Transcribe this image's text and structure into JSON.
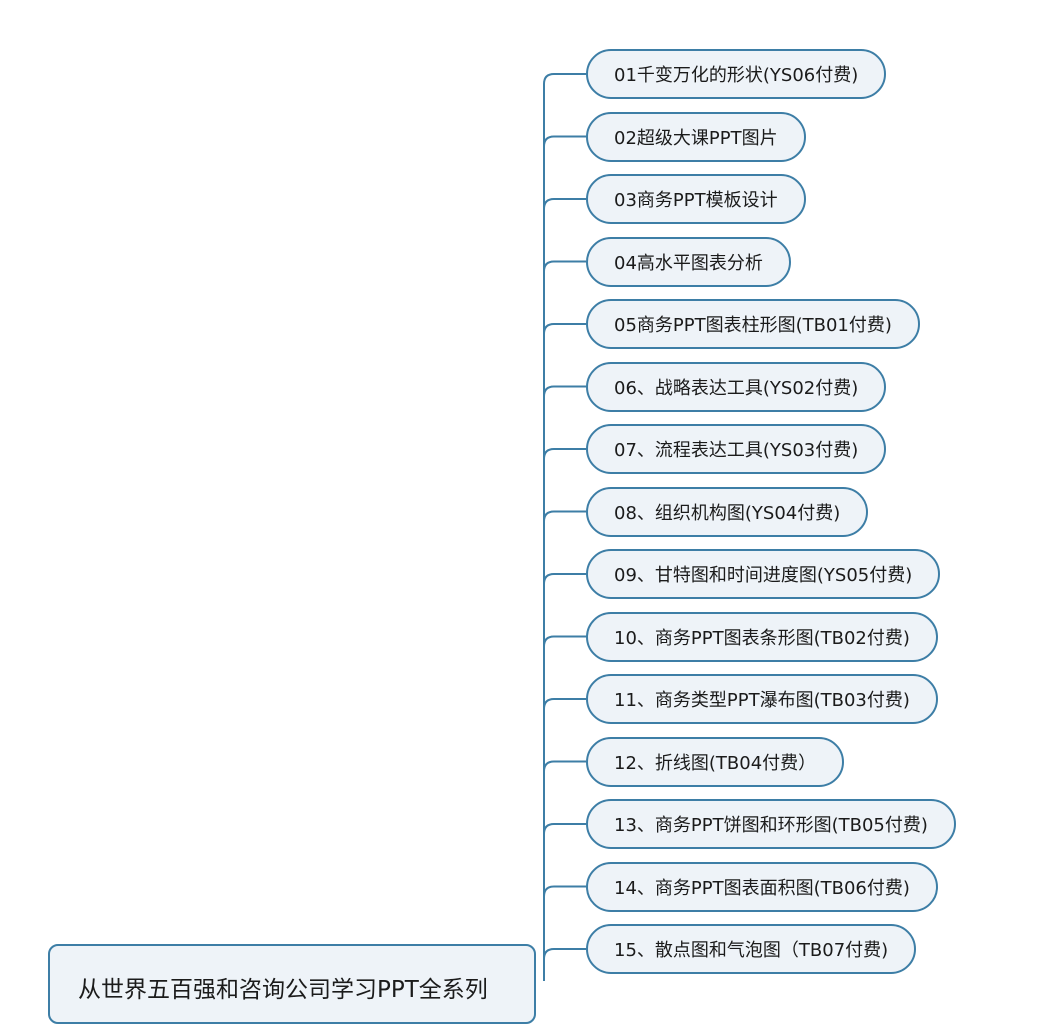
{
  "colors": {
    "line": "#3d7ea6",
    "node_fill": "#eef3f8",
    "text": "#1b1b1b"
  },
  "root": {
    "label": "从世界五百强和咨询公司学习PPT全系列"
  },
  "branches": [
    "01千变万化的形状(YS06付费)",
    "02超级大课PPT图片",
    "03商务PPT模板设计",
    "04高水平图表分析",
    "05商务PPT图表柱形图(TB01付费)",
    "06、战略表达工具(YS02付费)",
    "07、流程表达工具(YS03付费)",
    "08、组织机构图(YS04付费)",
    "09、甘特图和时间进度图(YS05付费)",
    "10、商务PPT图表条形图(TB02付费)",
    "11、商务类型PPT瀑布图(TB03付费)",
    "12、折线图(TB04付费）",
    "13、商务PPT饼图和环形图(TB05付费)",
    "14、商务PPT图表面积图(TB06付费)",
    "15、散点图和气泡图（TB07付费)"
  ]
}
